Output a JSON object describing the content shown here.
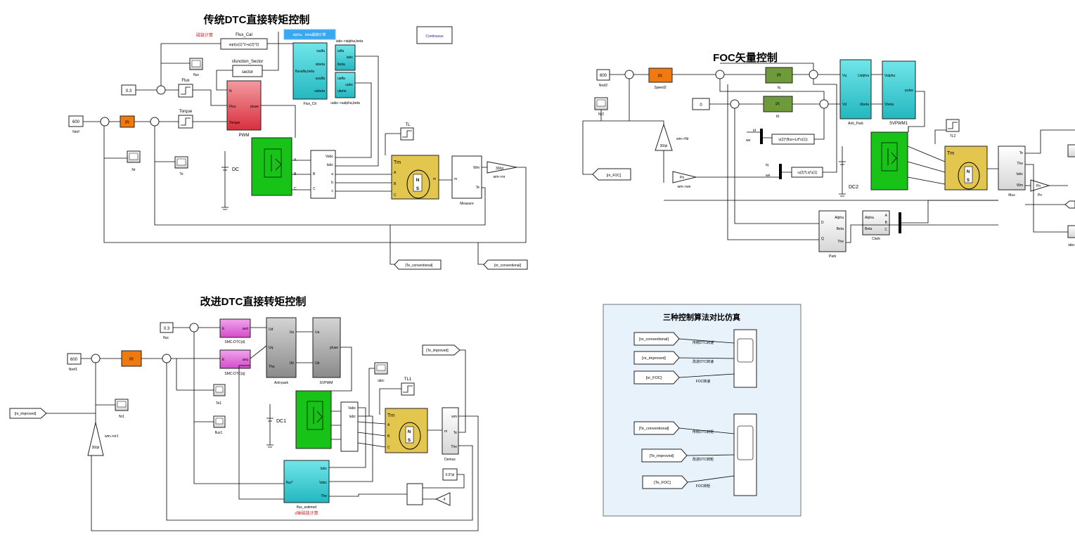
{
  "sections": {
    "dtc_title": "传统DTC直接转矩控制",
    "foc_title": "FOC矢量控制",
    "improved_title": "改进DTC直接转矩控制",
    "compare_title": "三种控制算法对比仿真"
  },
  "dtc": {
    "flux_calc_note": "磁链计算",
    "alpha_beta_note": "alpha、beta磁链计算",
    "continuous": "Continuous",
    "flux_cal_label": "Flux_Cal",
    "flux_cal_expr": "sqrt(u(1)^2+u(2)^2)",
    "sfunction_label": "sfunction_Sector",
    "sector": "sector",
    "flux_scope": "flux",
    "flux_relay": "Flux",
    "torque_relay": "Torque",
    "const_03": "0.3",
    "nref_val": "600",
    "nref_label": "Nref",
    "pi": "PI",
    "nr_scope": "Nr",
    "te_scope": "Te",
    "pwm_label": "PWM",
    "pwm_in_n": "N",
    "pwm_in_flux": "Flux",
    "pwm_in_torque": "Torque",
    "pwm_out": "pluse",
    "flux_ctr": "Flux_Ctr",
    "fc_isalfa": "isalfa",
    "fc_isbeta": "isbeta",
    "fc_fluxalfa": "fluxalfa,beta",
    "fc_usalfa": "usalfa",
    "fc_usbeta": "usbeta",
    "iabc_alpha": "iabc->ialpha,beta",
    "uabc_alpha": "uabc->ualpha,beta",
    "p_ialfa": "ialfa",
    "p_iabc": "iabc",
    "p_ibeta": "ibeta",
    "p_ualfa": "ualfa",
    "p_uabc": "uabc",
    "p_ubeta": "ubeta",
    "dc": "DC",
    "tl": "TL",
    "tm": "Tm",
    "measure": "Measure",
    "wm": "Wm",
    "te": "Te",
    "gain": "30/pi",
    "wm_nr": "wm->nr",
    "te_tag": "[Te_conventional]",
    "nr_tag": "[nr_conventional]",
    "vabc": "Vabc",
    "iabc": "Iabc",
    "a": "a",
    "b": "b",
    "c": "c",
    "A": "A",
    "B": "B",
    "C": "C",
    "m": "m"
  },
  "foc": {
    "nref_val": "600",
    "nref_label": "Nref2",
    "nr2": "Nr2",
    "speed2": "Speed2",
    "pi": "PI",
    "iq": "Iq",
    "id": "Id",
    "zero": "0",
    "vq": "Vq",
    "vd": "Vd",
    "ualpha": "Ualpha",
    "ubeta": "Ubeta",
    "valpha": "Valpha",
    "vbeta": "Vbeta",
    "pulse": "pulse",
    "anti_park": "Anti_Park",
    "svpwm": "SVPWM1",
    "gain": "30/pi",
    "wm_nr": "wm->Nr",
    "pn": "Pn",
    "wm_we": "wm->we",
    "nr_tag": "[nr_FOC]",
    "id_lbl": "id",
    "we_lbl": "we",
    "iq_lbl": "iq",
    "we2_lbl": "we",
    "fcn1": "u(2)*(flux+Ld*u(1))",
    "fcn2": "-u(2)*Lq*u(1)",
    "dc2": "DC2",
    "tl2": "TL2",
    "tm": "Tm",
    "mux": "Mux",
    "te": "Te",
    "the": "The",
    "iabc": "Iabc",
    "wm": "Wm",
    "pn2": "Pn",
    "park": "Park",
    "clark": "Clark",
    "alpha": "Alpha",
    "beta": "Beta",
    "d": "D",
    "q": "Q",
    "iabc_scope": "iabc"
  },
  "improved": {
    "const_03": "0.3",
    "flux": "flux",
    "nref_val": "600",
    "nref_label": "Nref1",
    "pi": "PI",
    "smc_d": "SMC-DTC(d)",
    "smc_q": "SMC-DTC(q)",
    "ued": "ued",
    "ueq": "ueq",
    "e": "E",
    "ud": "Ud",
    "uq": "Uq",
    "the": "The",
    "ua": "Ua",
    "ub": "Ub",
    "pluse": "pluse",
    "anti_park": "Anti-park",
    "svpwm": "SVPWM",
    "te_tag": "[Te_improved]",
    "nr_tag": "[nr_improved]",
    "te1": "Te1",
    "flux1": "flux1",
    "nr1": "Nr1",
    "gain": "30/pi",
    "wm_nr1": "wm->nr1",
    "dc1": "DC1",
    "iabc_scope": "iabc",
    "tl1": "TL1",
    "tm": "Tm",
    "demux": "Demux",
    "wm": "wm",
    "te": "Te",
    "flux_est": "flux_estimed",
    "flux_est_note": "d轴磁链计算",
    "iabc": "Iabc",
    "vabc": "Vabc",
    "flux_out": "flux*",
    "const_05pi": "0.5*pi",
    "gain4": "4"
  },
  "compare": {
    "rows": [
      {
        "tag": "[nr_conventional]",
        "label": "传统DTC转速"
      },
      {
        "tag": "[nr_improved]",
        "label": "改进DTC转速"
      },
      {
        "tag": "[nr_FOC]",
        "label": "FOC转速"
      },
      {
        "tag": "[Te_conventional]",
        "label": "传统DTC转矩"
      },
      {
        "tag": "[Te_improved]",
        "label": "改进DTC转矩"
      },
      {
        "tag": "[Te_FOC]",
        "label": "FOC转矩"
      }
    ]
  },
  "colors": {
    "pi_orange": "#f07a10",
    "pwm_red": "#e9545e",
    "cyan": "#3fd3d9",
    "inverter_green": "#17c317",
    "motor_yellow": "#e2c64e",
    "pi_green": "#6f9a3a",
    "smc_pink": "#e16cd8",
    "gray_block": "#a8a8a8",
    "compare_bg": "#e7f2fb",
    "highlight": "#3aa8ef"
  }
}
